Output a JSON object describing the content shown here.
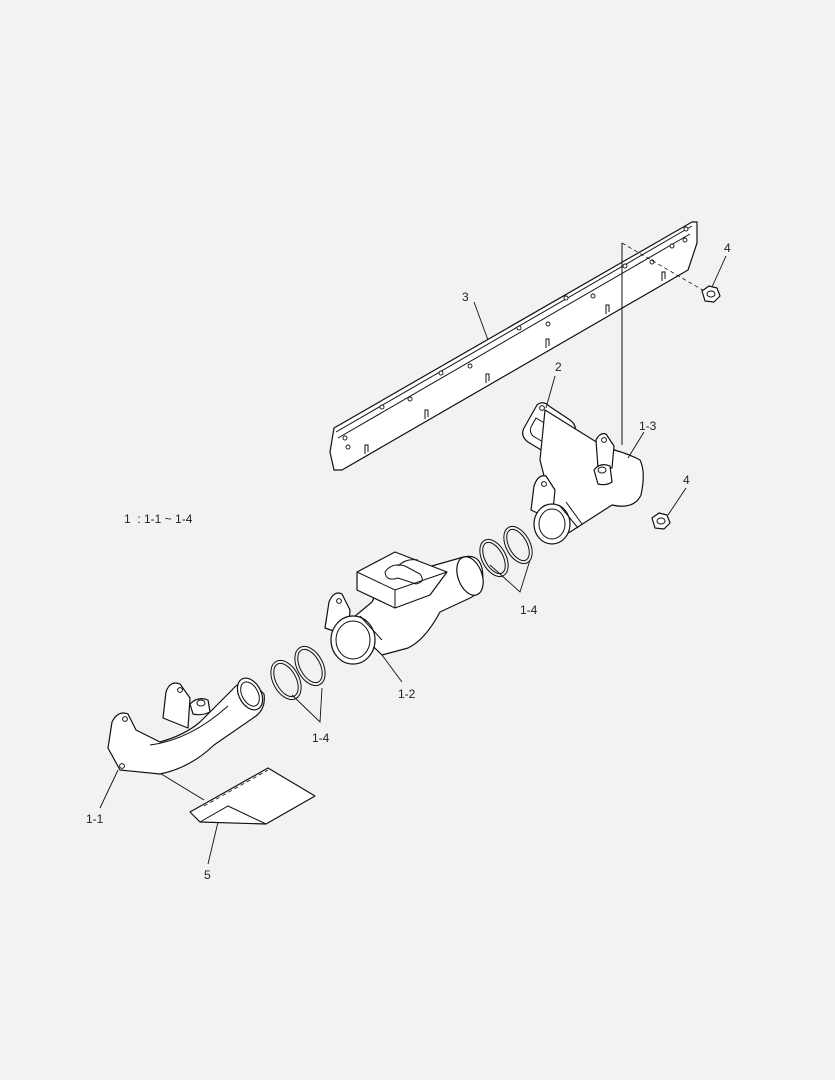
{
  "legend": "1  : 1-1 ~ 1-4",
  "callouts": {
    "c1_1": "1-1",
    "c1_2": "1-2",
    "c1_3": "1-3",
    "c1_4a": "1-4",
    "c1_4b": "1-4",
    "c2": "2",
    "c3": "3",
    "c4a": "4",
    "c4b": "4",
    "c5": "5"
  },
  "colors": {
    "background": "#f2f2f2",
    "line": "#111111",
    "fill": "#ffffff"
  }
}
